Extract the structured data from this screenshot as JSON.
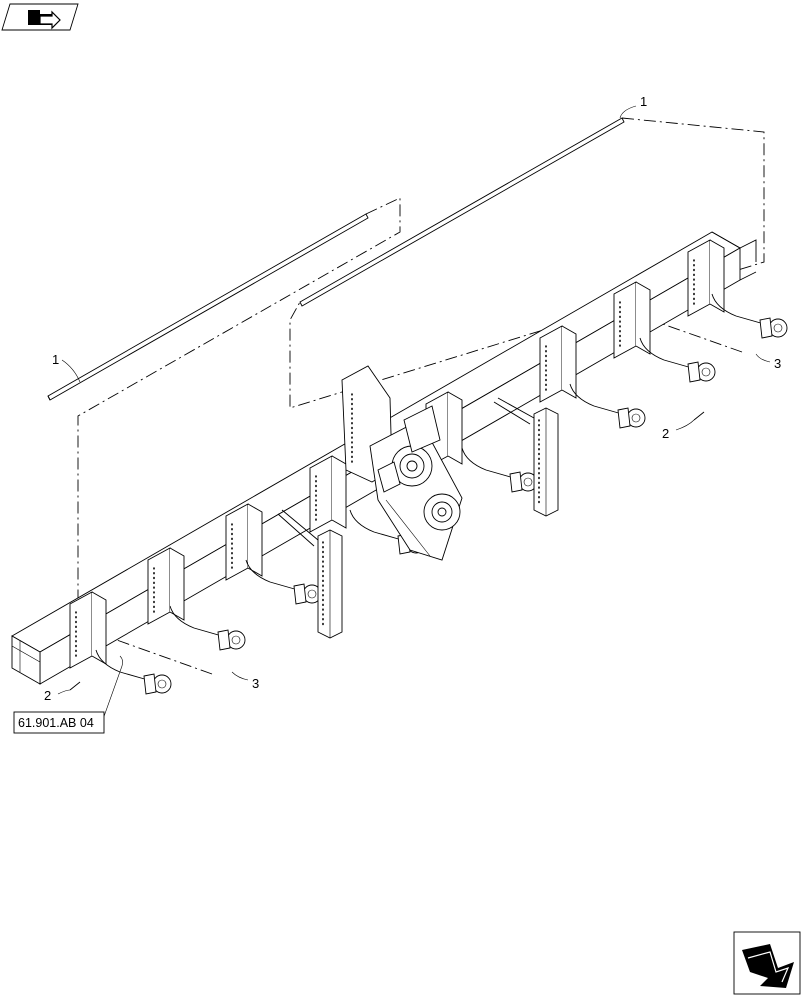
{
  "callouts": {
    "item1_left": "1",
    "item1_right": "1",
    "item2_left": "2",
    "item2_right": "2",
    "item3_left": "3",
    "item3_right": "3"
  },
  "reference": {
    "prefix": "61.901.",
    "mid": "AB",
    "suffix": " 04"
  },
  "icons": {
    "top_left": "folder-arrow-icon",
    "bottom_right": "next-page-arrow-icon"
  }
}
